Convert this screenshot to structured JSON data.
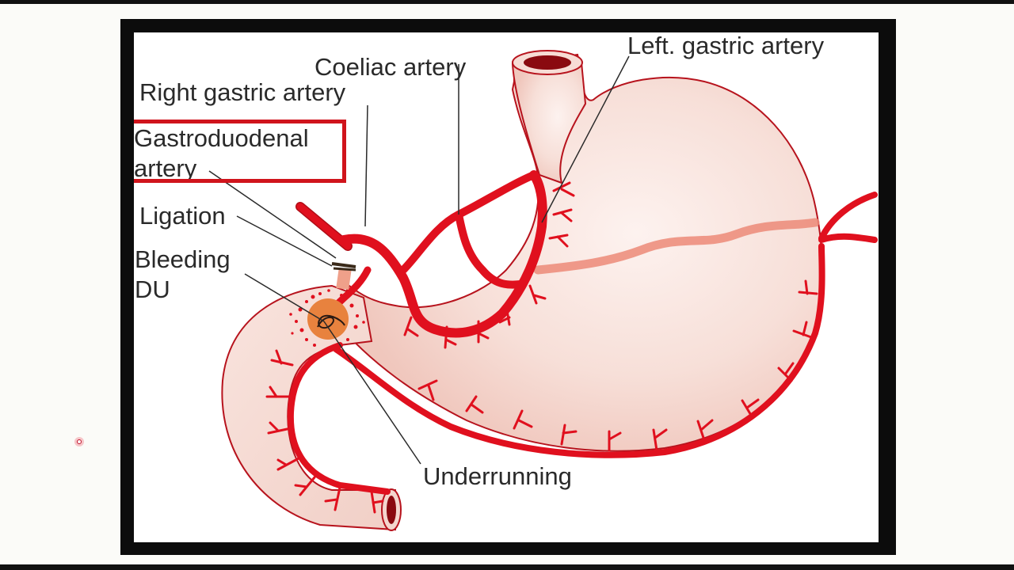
{
  "labels": {
    "coeliac": "Coeliac artery",
    "left_gastric": "Left. gastric artery",
    "right_gastric": "Right gastric artery",
    "gastroduodenal_line1": "Gastroduodenal",
    "gastroduodenal_line2": "artery",
    "ligation": "Ligation",
    "bleeding_line1": "Bleeding",
    "bleeding_line2": "DU",
    "underrunning": "Underrunning"
  },
  "colors": {
    "artery": "#e0101e",
    "stomach_fill": "#f6dcd5",
    "stomach_outline": "#b7131d",
    "highlight": "#d0141c",
    "ulcer": "#e8823e"
  }
}
